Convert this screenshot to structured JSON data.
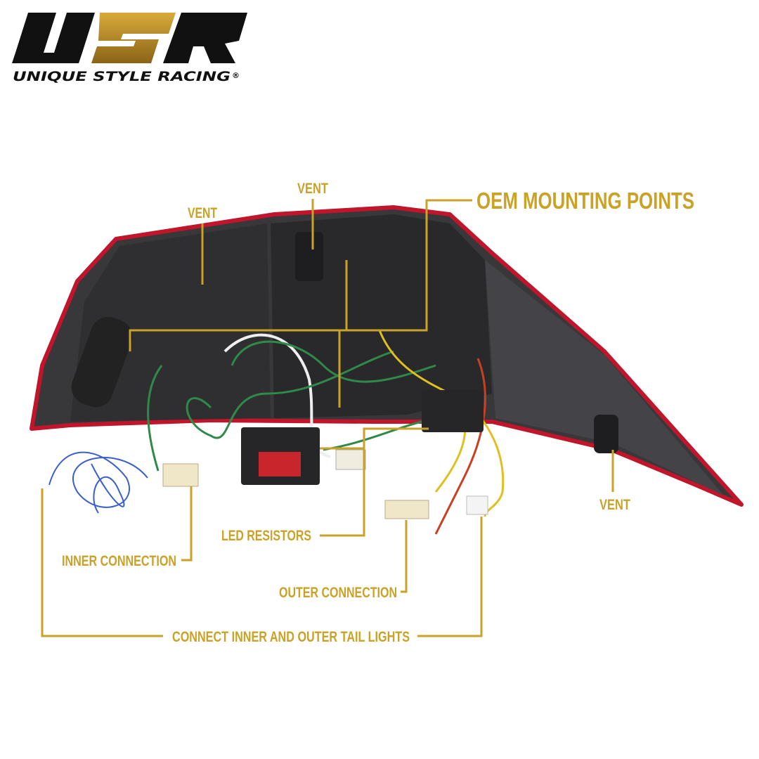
{
  "logo": {
    "mark": "USR",
    "name": "UNIQUE STYLE RACING",
    "registered": "®"
  },
  "labels": {
    "vent_left": "VENT",
    "vent_top": "VENT",
    "vent_right": "VENT",
    "oem_mounting_points": "OEM MOUNTING POINTS",
    "led_resistors": "LED RESISTORS",
    "inner_connection": "INNER CONNECTION",
    "outer_connection": "OUTER CONNECTION",
    "connect_inner_outer": "CONNECT INNER AND OUTER TAIL LIGHTS"
  },
  "colors": {
    "accent": "#c9a227",
    "lens_red": "#c0152a",
    "housing": "#38383b"
  }
}
